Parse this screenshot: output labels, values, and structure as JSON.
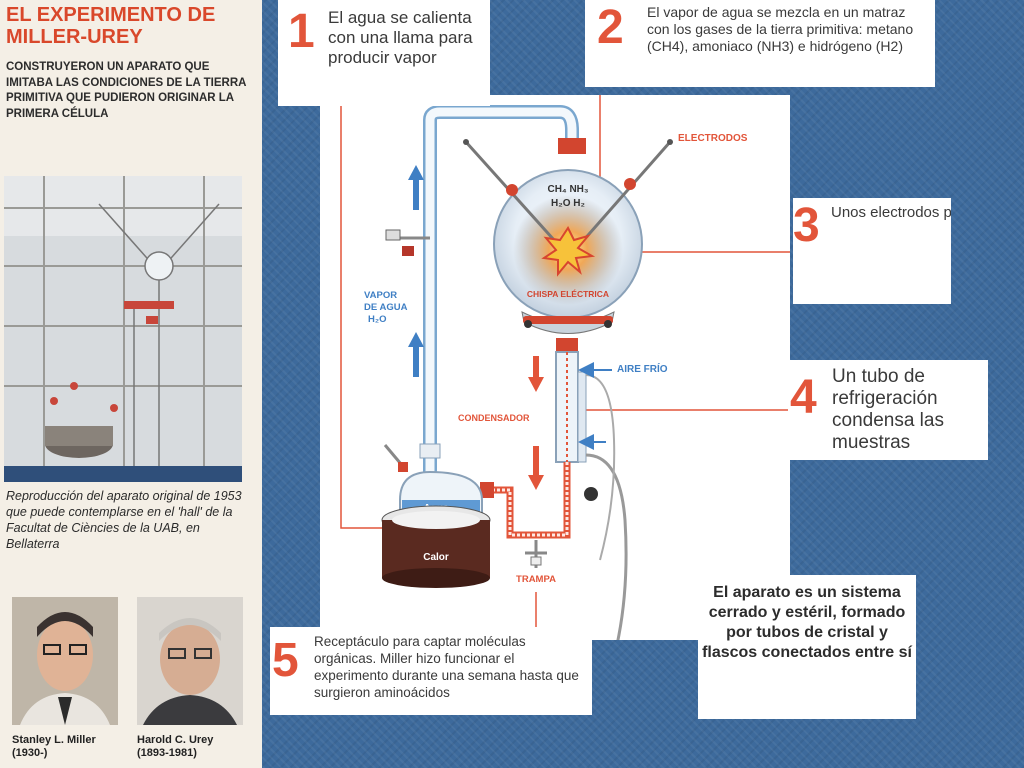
{
  "left": {
    "title": "EL EXPERIMENTO DE MILLER-UREY",
    "subtitle": "CONSTRUYERON UN APARATO QUE IMITABA LAS CONDICIONES DE LA TIERRA PRIMITIVA QUE PUDIERON ORIGINAR LA PRIMERA CÉLULA",
    "caption": "Reproducción del aparato original de 1953 que puede contemplarse en el 'hall' de la Facultat de Ciències de la UAB, en Bellaterra",
    "portraits": [
      {
        "name": "Stanley L. Miller",
        "years": "(1930-)"
      },
      {
        "name": "Harold C. Urey",
        "years": "(1893-1981)"
      }
    ]
  },
  "steps": [
    {
      "number": "1",
      "text": "El agua se calienta con una llama para producir vapor"
    },
    {
      "number": "2",
      "text": "El vapor de agua se mezcla en un matraz con los gases de la tierra primitiva: metano (CH4), amoniaco (NH3) e hidrógeno (H2)"
    },
    {
      "number": "3",
      "text": "Unos electrodos producen una chispa que simula un rayo"
    },
    {
      "number": "4",
      "text": "Un tubo de refrigeración condensa las muestras"
    },
    {
      "number": "5",
      "text": "Receptáculo para captar moléculas orgánicas. Miller hizo funcionar el experimento durante una semana hasta que surgieron aminoácidos"
    }
  ],
  "note": "El aparato es un sistema cerrado y estéril, formado por tubos de cristal y flascos conectados entre sí",
  "diagram": {
    "electrodes_label": "ELECTRODOS",
    "gases_line1": "CH₄ NH₃",
    "gases_line2": "H₂O H₂",
    "spark_label": "CHISPA ELÉCTRICA",
    "vapor_label_1": "VAPOR",
    "vapor_label_2": "DE AGUA",
    "vapor_label_3": "H₂O",
    "cold_air_label": "AIRE FRÍO",
    "condenser_label": "CONDENSADOR",
    "water_label": "Agua",
    "heat_label": "Calor",
    "trap_label": "TRAMPA"
  },
  "colors": {
    "accent_red": "#e2553a",
    "arrow_blue": "#3f7fc4",
    "glass_blue": "#bcd6ec",
    "heater_brown": "#5a2a20"
  }
}
